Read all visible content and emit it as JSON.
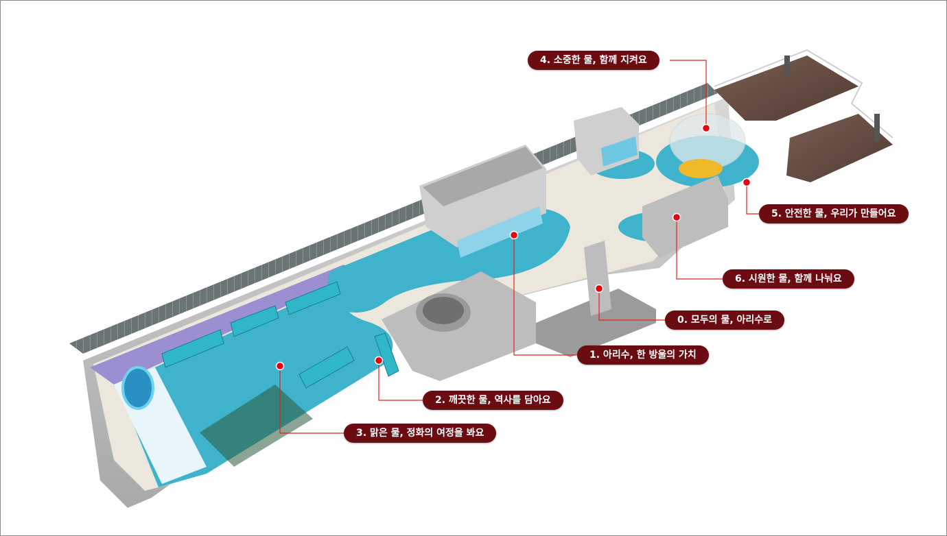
{
  "colors": {
    "label_bg": "#6b0b12",
    "leader": "#e2231a",
    "marker": "#e60012",
    "floor_blue": "#3eb3cb",
    "floor_beige": "#ece7dc",
    "wall": "#c9c9c9",
    "deck": "#6b5245"
  },
  "callouts": [
    {
      "id": "zone-4",
      "text": "4. 소중한 물, 함께 지켜요"
    },
    {
      "id": "zone-5",
      "text": "5. 안전한 물, 우리가 만들어요"
    },
    {
      "id": "zone-6",
      "text": "6. 시원한 물, 함께 나눠요"
    },
    {
      "id": "zone-0",
      "text": "0. 모두의 물, 아리수로"
    },
    {
      "id": "zone-1",
      "text": "1. 아리수, 한 방울의 가치"
    },
    {
      "id": "zone-2",
      "text": "2. 깨끗한 물, 역사를 담아요"
    },
    {
      "id": "zone-3",
      "text": "3. 맑은 물, 정화의 여정을 봐요"
    }
  ]
}
